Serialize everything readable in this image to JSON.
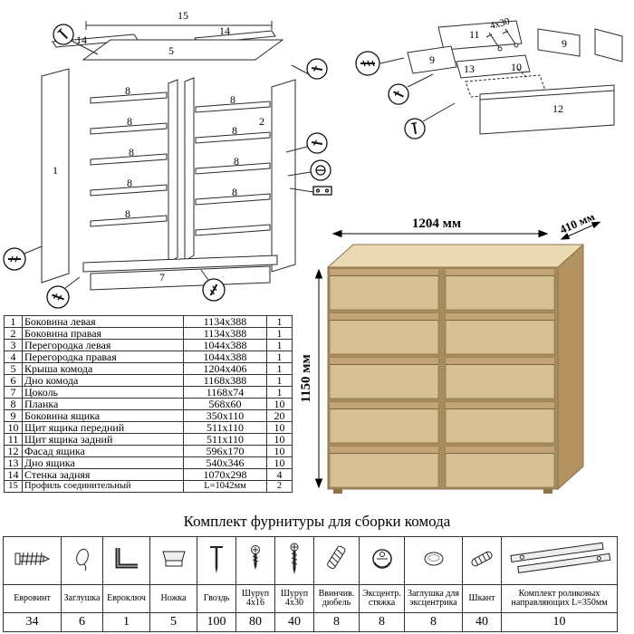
{
  "frame_diagram": {
    "labels": {
      "p1": "1",
      "p2": "2",
      "p5": "5",
      "p7": "7",
      "p8": "8",
      "p14": "14",
      "p15": "15"
    }
  },
  "drawer_diagram": {
    "labels": {
      "p9": "9",
      "p10": "10",
      "p11": "11",
      "p12": "12",
      "p13": "13",
      "screws": "4x30"
    }
  },
  "dresser": {
    "width_label": "1204 мм",
    "depth_label": "410 мм",
    "height_label": "1150 мм"
  },
  "parts_table": {
    "rows": [
      {
        "num": "1",
        "name": "Боковина левая",
        "size": "1134x388",
        "qty": "1"
      },
      {
        "num": "2",
        "name": "Боковина правая",
        "size": "1134x388",
        "qty": "1"
      },
      {
        "num": "3",
        "name": "Перегородка левая",
        "size": "1044x388",
        "qty": "1"
      },
      {
        "num": "4",
        "name": "Перегородка правая",
        "size": "1044x388",
        "qty": "1"
      },
      {
        "num": "5",
        "name": "Крыша комода",
        "size": "1204x406",
        "qty": "1"
      },
      {
        "num": "6",
        "name": "Дно комода",
        "size": "1168x388",
        "qty": "1"
      },
      {
        "num": "7",
        "name": "Цоколь",
        "size": "1168x74",
        "qty": "1"
      },
      {
        "num": "8",
        "name": "Планка",
        "size": "568x60",
        "qty": "10"
      },
      {
        "num": "9",
        "name": "Боковина ящика",
        "size": "350x110",
        "qty": "20"
      },
      {
        "num": "10",
        "name": "Щит ящика передний",
        "size": "511x110",
        "qty": "10"
      },
      {
        "num": "11",
        "name": "Щит ящика задний",
        "size": "511x110",
        "qty": "10"
      },
      {
        "num": "12",
        "name": "Фасад ящика",
        "size": "596x170",
        "qty": "10"
      },
      {
        "num": "13",
        "name": "Дно ящика",
        "size": "540x346",
        "qty": "10"
      },
      {
        "num": "14",
        "name": "Стенка задняя",
        "size": "1070x298",
        "qty": "4"
      },
      {
        "num": "15",
        "name": "Профиль соединительный",
        "size": "L=1042мм",
        "qty": "2"
      }
    ]
  },
  "hardware": {
    "title": "Комплект фурнитуры для сборки комода",
    "items": [
      {
        "name": "Евровинт",
        "qty": "34",
        "icon": "euroscrew-icon"
      },
      {
        "name": "Заглушка",
        "qty": "6",
        "icon": "plug-icon"
      },
      {
        "name": "Евроключ",
        "qty": "1",
        "icon": "hexkey-icon"
      },
      {
        "name": "Ножка",
        "qty": "5",
        "icon": "leg-icon"
      },
      {
        "name": "Гвоздь",
        "qty": "100",
        "icon": "nail-icon"
      },
      {
        "name": "Шуруп 4x16",
        "qty": "80",
        "icon": "screw-short-icon"
      },
      {
        "name": "Шуруп 4x30",
        "qty": "40",
        "icon": "screw-long-icon"
      },
      {
        "name": "Ввинчив. дюбель",
        "qty": "8",
        "icon": "dowel-screw-icon"
      },
      {
        "name": "Эксцентр. стяжка",
        "qty": "8",
        "icon": "cam-lock-icon"
      },
      {
        "name": "Заглушка для эксцентрика",
        "qty": "8",
        "icon": "cam-cap-icon"
      },
      {
        "name": "Шкант",
        "qty": "40",
        "icon": "wood-dowel-icon"
      },
      {
        "name": "Комплект роликовых направляющих L=350мм",
        "qty": "10",
        "icon": "drawer-slide-icon"
      }
    ]
  }
}
